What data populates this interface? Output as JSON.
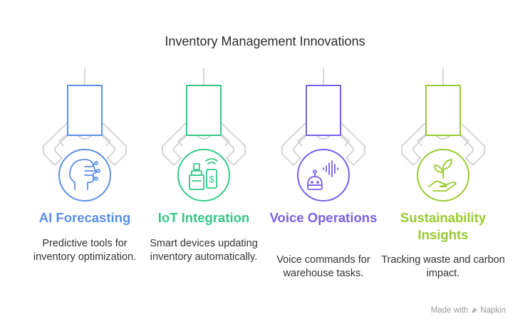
{
  "title": "Inventory Management Innovations",
  "items": [
    {
      "heading": "AI Forecasting",
      "desc": "Predictive tools for inventory optimization.",
      "color": "#5b8fe6",
      "icon": "ai-head-icon"
    },
    {
      "heading": "IoT Integration",
      "desc": "Smart devices updating inventory automatically.",
      "color": "#34c987",
      "icon": "iot-devices-icon"
    },
    {
      "heading": "Voice Operations",
      "desc": "Voice commands for warehouse tasks.",
      "color": "#7b5ee8",
      "icon": "voice-robot-icon"
    },
    {
      "heading": "Sustainability Insights",
      "desc": "Tracking waste and carbon impact.",
      "color": "#98cb2f",
      "icon": "plant-hand-icon"
    }
  ],
  "footer": "Made with",
  "brand": "Napkin"
}
